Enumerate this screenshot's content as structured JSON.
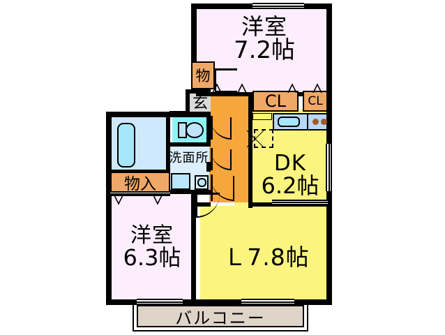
{
  "plan": {
    "type": "japanese-apartment-floorplan",
    "layout_code": "2LDK",
    "rooms": [
      {
        "id": "washitsu-top",
        "name_jp": "洋室",
        "size": "7.2帖",
        "color": "#fdeefd"
      },
      {
        "id": "dk",
        "name_jp": "DK",
        "size": "6.2帖",
        "color": "#fbf57f"
      },
      {
        "id": "living",
        "name_jp": "L",
        "size": "7.8帖",
        "color": "#fbf57f"
      },
      {
        "id": "washitsu-left",
        "name_jp": "洋室",
        "size": "6.3帖",
        "color": "#fdeefd"
      }
    ],
    "labels": {
      "room_top_name": "洋室",
      "room_top_size": "7.2帖",
      "dk_name": "DK",
      "dk_size": "6.2帖",
      "living_text": "Ｌ7.8帖",
      "room_left_name": "洋室",
      "room_left_size": "6.3帖",
      "balcony": "バルコニー",
      "entrance": "玄",
      "storage_top": "物",
      "storage_left": "物入",
      "washroom": "洗面所",
      "closet_large": "CL",
      "closet_small": "CL"
    },
    "colors": {
      "wall": "#000000",
      "bedroom": "#fdeefd",
      "living_dk": "#fbf57f",
      "corridor": "#f5a63c",
      "closet": "#f0a868",
      "bath": "#bfe4fb",
      "bath_tub": "#a7e7fb",
      "toilet": "#8ff2f7",
      "washroom": "#ddeffd",
      "kitchen_counter": "#b9d8f5",
      "entrance_floor": "#d9d9d9",
      "balcony": "#ded4c8",
      "burner": "#a05a28",
      "background": "#ffffff"
    },
    "fixtures": [
      "bathtub",
      "toilet",
      "washing-machine",
      "vanity-sink",
      "kitchen-sink",
      "gas-stove-two-burner",
      "meter-panel"
    ],
    "openings": {
      "windows": 5,
      "doors": 5,
      "sliding_doors": 2
    }
  }
}
